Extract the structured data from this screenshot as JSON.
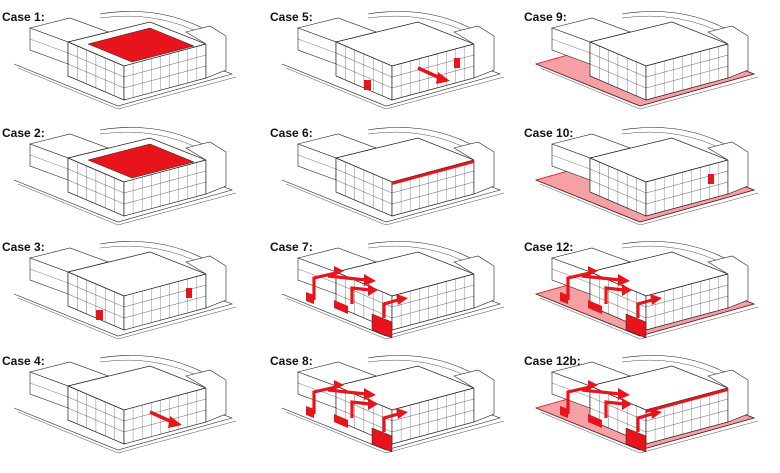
{
  "colors": {
    "highlight": "#e8141c",
    "highlight_soft": "#f4a0a4",
    "line": "#222222",
    "wall": "#ffffff"
  },
  "cases": [
    {
      "label": "Case 1:",
      "highlights": [
        "roof"
      ]
    },
    {
      "label": "Case 5:",
      "highlights": [
        "arrow-small",
        "window-left",
        "window-right"
      ]
    },
    {
      "label": "Case 9:",
      "highlights": [
        "ground-soft"
      ]
    },
    {
      "label": "Case 2:",
      "highlights": [
        "roof"
      ]
    },
    {
      "label": "Case 6:",
      "highlights": [
        "roof-edge"
      ]
    },
    {
      "label": "Case 10:",
      "highlights": [
        "ground-soft",
        "window-right"
      ]
    },
    {
      "label": "Case 3:",
      "highlights": [
        "window-left",
        "window-right"
      ]
    },
    {
      "label": "Case 7:",
      "highlights": [
        "multi-arrows",
        "block-front"
      ]
    },
    {
      "label": "Case 12:",
      "highlights": [
        "ground-soft",
        "multi-arrows",
        "block-front"
      ]
    },
    {
      "label": "Case 4:",
      "highlights": [
        "arrow-small"
      ]
    },
    {
      "label": "Case 8:",
      "highlights": [
        "multi-arrows",
        "block-front"
      ]
    },
    {
      "label": "Case 12b:",
      "highlights": [
        "ground-soft",
        "multi-arrows",
        "block-front",
        "roof-edge"
      ]
    }
  ]
}
